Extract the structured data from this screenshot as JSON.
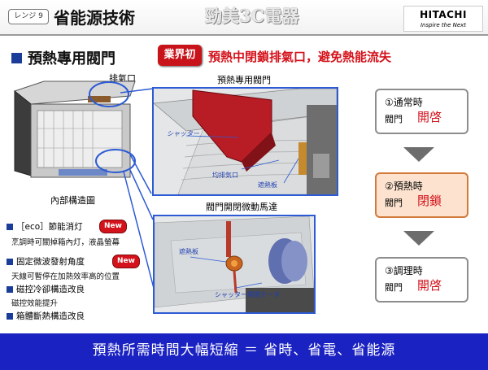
{
  "header": {
    "tag": "レンジ 9",
    "title": "省能源技術",
    "store_name": "勁美3C電器",
    "brand": "HITACHI",
    "brand_tagline": "Inspire the Next"
  },
  "section": {
    "subtitle": "預熱專用閥門",
    "badge": "業界初",
    "headline": "預熱中閉鎖排氣口，避免熱能流失"
  },
  "oven": {
    "exhaust_label": "排氣口",
    "internal_label": "內部構造圖"
  },
  "panels": {
    "top_title": "預熱專用閥門",
    "bottom_title": "閥門開閉微動馬達",
    "top_annotations": [
      "シャッター",
      "均排気口",
      "遮熱板"
    ],
    "bottom_annotations": [
      "遮熱板",
      "シャッター開閉モータ"
    ]
  },
  "features": [
    {
      "label": "［eco］節能消灯",
      "new": "New",
      "sub": "烹調時可關掉箱內灯，液晶螢幕"
    },
    {
      "label": "固定微波發射角度",
      "new": "New",
      "sub": "天線可暫停在加熱效率高的位置"
    },
    {
      "label": "磁控冷卻構造改良",
      "sub": "磁控效能提升"
    },
    {
      "label": "箱體斷熱構造改良"
    }
  ],
  "states": [
    {
      "title": "①通常時",
      "door_label": "閥門",
      "value": "開啓"
    },
    {
      "title": "②預熱時",
      "door_label": "閥門",
      "value": "閉鎖"
    },
    {
      "title": "③調理時",
      "door_label": "閥門",
      "value": "開啓"
    }
  ],
  "footer": {
    "text": "預熱所需時間大幅短縮 ＝ 省時、省電、省能源"
  },
  "colors": {
    "accent_blue": "#1b22c2",
    "headline_red": "#d4121b",
    "panel_border": "#2d5bd4",
    "active_fill": "#fde3cf"
  }
}
